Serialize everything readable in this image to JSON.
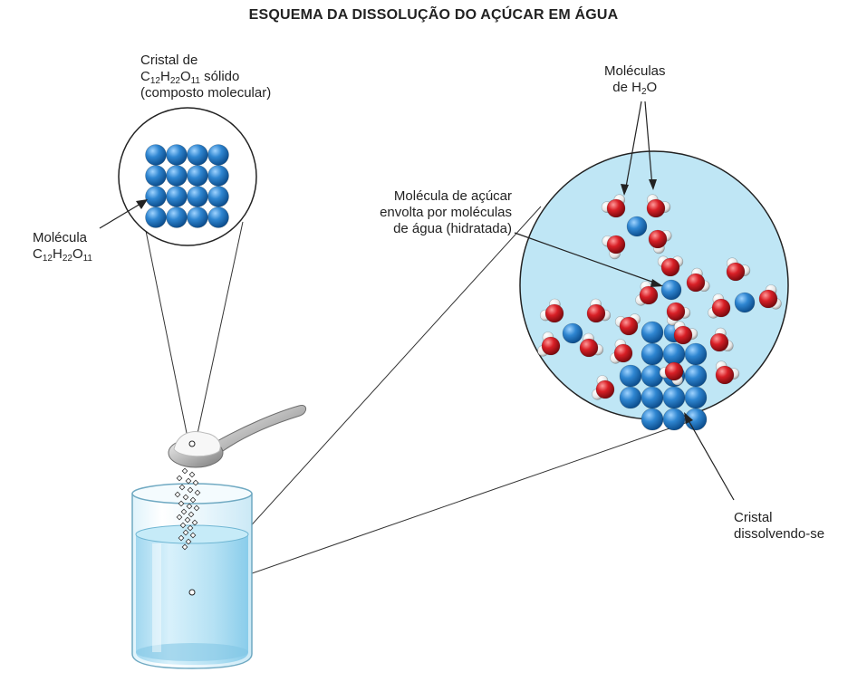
{
  "title": "ESQUEMA DA DISSOLUÇÃO DO AÇÚCAR EM ÁGUA",
  "labels": {
    "crystal": {
      "line1": "Cristal de",
      "formula": {
        "c": "C",
        "c_sub": "12",
        "h": "H",
        "h_sub": "22",
        "o": "O",
        "o_sub": "11",
        "suffix": " sólido"
      },
      "line3": "(composto molecular)"
    },
    "molecule": {
      "line1": "Molécula",
      "formula": {
        "c": "C",
        "c_sub": "12",
        "h": "H",
        "h_sub": "22",
        "o": "O",
        "o_sub": "11"
      }
    },
    "water": {
      "line1": "Moléculas",
      "line2_prefix": "de H",
      "line2_sub": "2",
      "line2_suffix": "O"
    },
    "sugar_hydrated": {
      "line1": "Molécula de açúcar",
      "line2": "envolta por moléculas",
      "line3": "de água (hidratada)"
    },
    "dissolving": {
      "line1": "Cristal",
      "line2": "dissolvendo-se"
    }
  },
  "colors": {
    "sugar_molecule": "#2a7fc4",
    "oxygen": "#d6202a",
    "hydrogen": "#f2f2f2",
    "water_bg": "#bfe6f5",
    "beaker_water": "#a9dcf1",
    "outline": "#222222"
  }
}
